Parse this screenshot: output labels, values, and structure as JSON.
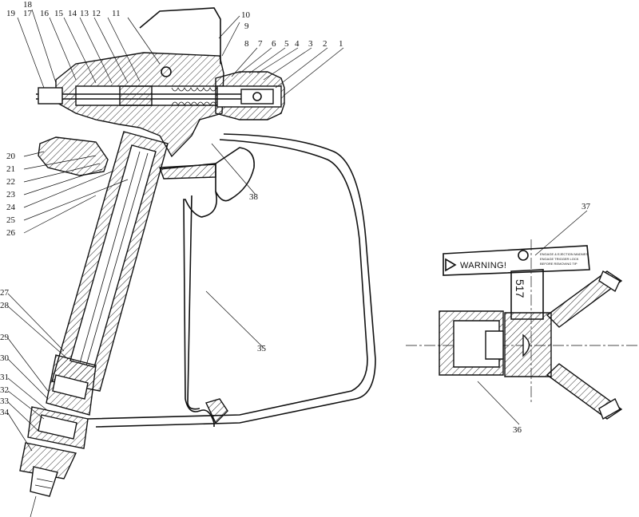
{
  "part_labels": [
    {
      "id": "1",
      "text": "1"
    },
    {
      "id": "2",
      "text": "2"
    },
    {
      "id": "3",
      "text": "3"
    },
    {
      "id": "4",
      "text": "4"
    },
    {
      "id": "5",
      "text": "5"
    },
    {
      "id": "6",
      "text": "6"
    },
    {
      "id": "7",
      "text": "7"
    },
    {
      "id": "8",
      "text": "8"
    },
    {
      "id": "9",
      "text": "9"
    },
    {
      "id": "10",
      "text": "10"
    },
    {
      "id": "11",
      "text": "11"
    },
    {
      "id": "12",
      "text": "12"
    },
    {
      "id": "13",
      "text": "13"
    },
    {
      "id": "14",
      "text": "14"
    },
    {
      "id": "15",
      "text": "15"
    },
    {
      "id": "16",
      "text": "16"
    },
    {
      "id": "17",
      "text": "17"
    },
    {
      "id": "18",
      "text": "18"
    },
    {
      "id": "19",
      "text": "19"
    },
    {
      "id": "20",
      "text": "20"
    },
    {
      "id": "21",
      "text": "21"
    },
    {
      "id": "22",
      "text": "22"
    },
    {
      "id": "23",
      "text": "23"
    },
    {
      "id": "24",
      "text": "24"
    },
    {
      "id": "25",
      "text": "25"
    },
    {
      "id": "26",
      "text": "26"
    },
    {
      "id": "27",
      "text": "27"
    },
    {
      "id": "28",
      "text": "28"
    },
    {
      "id": "29",
      "text": "29"
    },
    {
      "id": "30",
      "text": "30"
    },
    {
      "id": "31",
      "text": "31"
    },
    {
      "id": "32",
      "text": "32"
    },
    {
      "id": "33",
      "text": "33"
    },
    {
      "id": "34",
      "text": "34"
    },
    {
      "id": "35",
      "text": "35"
    },
    {
      "id": "36",
      "text": "36"
    },
    {
      "id": "37",
      "text": "37"
    },
    {
      "id": "38",
      "text": "38"
    }
  ],
  "tip_guard": {
    "warning_text": "WARNING!",
    "warning_lines": [
      "ENGAGE & EJECTION MADNES",
      "ENGAGE TRIGGER LOCK",
      "BEFORE REMOVING TIP"
    ],
    "tip_number": "517"
  },
  "colors": {
    "line": "#111111",
    "background": "#ffffff"
  }
}
